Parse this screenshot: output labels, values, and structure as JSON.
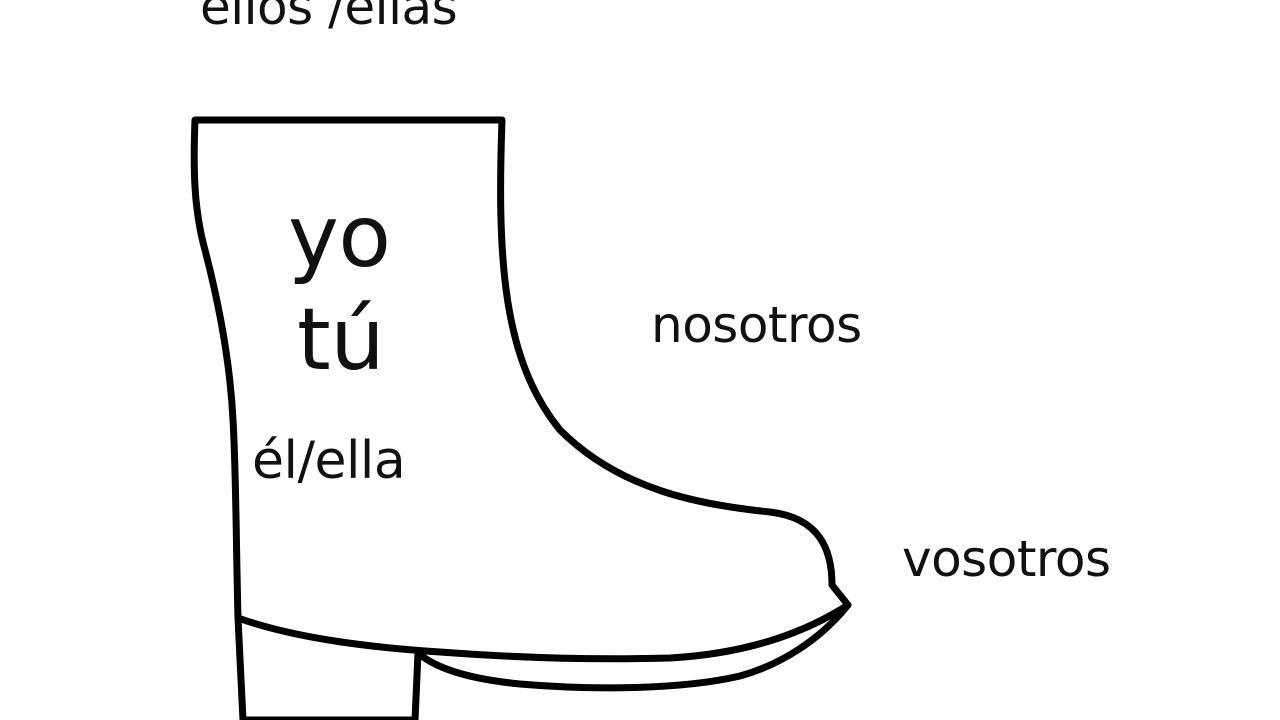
{
  "labels": {
    "ellos": "ellos /ellas",
    "yo": "yo",
    "tu": "tú",
    "el": "él/ella",
    "nosotros": "nosotros",
    "vosotros": "vosotros"
  }
}
